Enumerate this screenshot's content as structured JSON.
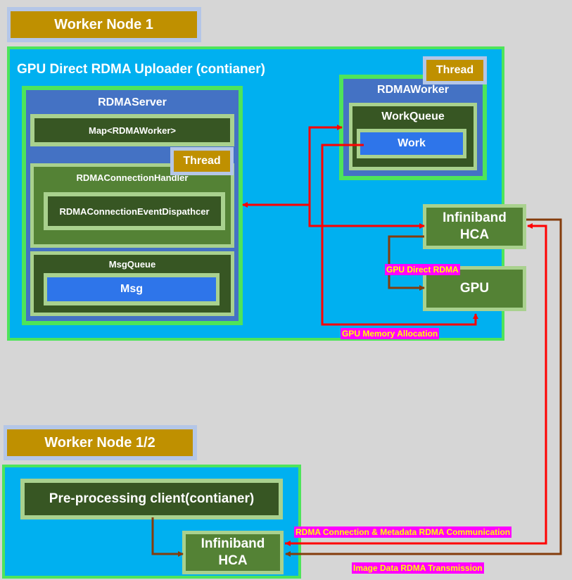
{
  "worker_node_1": {
    "label": "Worker Node 1",
    "uploader": {
      "title": "GPU Direct RDMA Uploader (contianer)",
      "rdma_server": {
        "title": "RDMAServer",
        "map": "Map<RDMAWorker>",
        "thread_badge": "Thread",
        "connection_handler": "RDMAConnectionHandler",
        "event_dispatcher": "RDMAConnectionEventDispathcer",
        "msg_queue": "MsgQueue",
        "msg": "Msg"
      },
      "rdma_worker": {
        "thread_badge": "Thread",
        "title": "RDMAWorker",
        "work_queue": "WorkQueue",
        "work": "Work"
      },
      "hca_line1": "Infiniband",
      "hca_line2": "HCA",
      "gpu": "GPU",
      "gpu_direct_label": "GPU Direct RDMA",
      "gpu_memory_label": "GPU Memory Allocation"
    }
  },
  "worker_node_12": {
    "label": "Worker Node 1/2",
    "client": "Pre-processing client(contianer)",
    "hca_line1": "Infiniband",
    "hca_line2": "HCA"
  },
  "links": {
    "rdma_connection_label": "RDMA Connection & Metadata RDMA Communication",
    "image_data_label": "Image Data RDMA Transmission"
  },
  "colors": {
    "arrow_red": "#ff0000",
    "arrow_brown": "#843c0c",
    "container_blue": "#00b0f0",
    "container_border": "#4ee45a",
    "tag_gold": "#bf9000"
  }
}
